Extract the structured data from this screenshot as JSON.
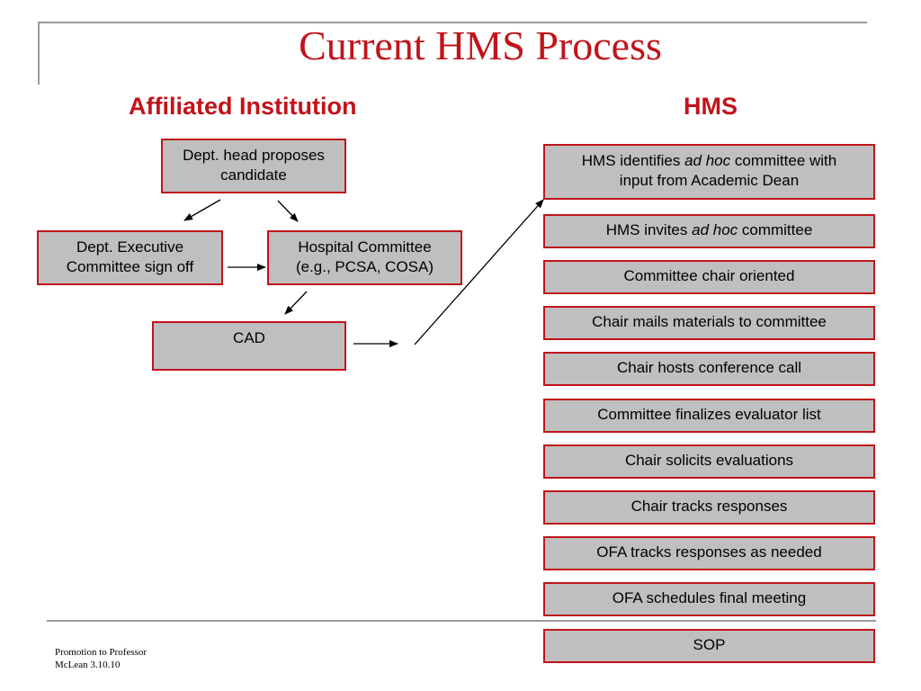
{
  "slide": {
    "title": "Current HMS Process",
    "left_heading": "Affiliated Institution",
    "right_heading": "HMS"
  },
  "left_boxes": {
    "dept_head": [
      "Dept. head proposes",
      "candidate"
    ],
    "dept_exec": [
      "Dept. Executive",
      "Committee sign off"
    ],
    "hospital_committee": [
      "Hospital Committee",
      "(e.g., PCSA, COSA)"
    ],
    "cad": "CAD"
  },
  "hms_steps": {
    "identifies": {
      "pre": "HMS identifies ",
      "em": "ad hoc",
      "post": " committee with",
      "line2": "input from Academic Dean"
    },
    "invites": {
      "pre": "HMS invites ",
      "em": "ad hoc",
      "post": " committee"
    },
    "oriented": "Committee chair oriented",
    "mails": "Chair mails materials to committee",
    "conference": "Chair hosts conference call",
    "evaluator_list": "Committee finalizes evaluator list",
    "solicits": "Chair solicits evaluations",
    "tracks": "Chair tracks responses",
    "ofa_tracks": "OFA tracks responses as needed",
    "ofa_schedules": "OFA schedules final meeting",
    "sop": "SOP"
  },
  "footer": {
    "line1": "Promotion to Professor",
    "line2": "McLean 3.10.10"
  },
  "colors": {
    "accent": "#c0141a",
    "box_fill": "#bfbfbf",
    "rule": "#9a9a9a"
  }
}
